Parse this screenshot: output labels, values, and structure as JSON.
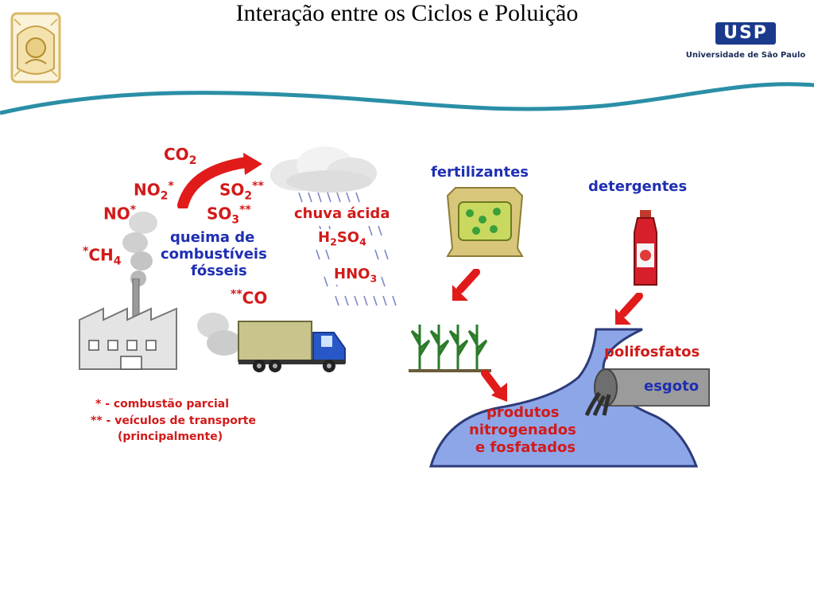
{
  "slide": {
    "title": "Interação entre os Ciclos e Poluição",
    "institution": "Universidade de São Paulo",
    "logo_text": "USP"
  },
  "diagram": {
    "pollutants": {
      "co2": "CO",
      "co2_sub": "2",
      "no2": "NO",
      "no2_sub": "2",
      "no2_sup": "*",
      "no": "NO",
      "no_sup": "*",
      "ch4": "CH",
      "ch4_sub": "4",
      "ch4_sup": "*",
      "so2": "SO",
      "so2_sub": "2",
      "so2_sup": "**",
      "so3": "SO",
      "so3_sub": "3",
      "so3_sup": "**",
      "co": "CO",
      "co_sup": "**"
    },
    "combustion_label": [
      "queima de",
      "combustíveis",
      "fósseis"
    ],
    "acid_rain": {
      "label": "chuva ácida",
      "h2so4_a": "H",
      "h2so4_sub1": "2",
      "h2so4_b": "SO",
      "h2so4_sub2": "4",
      "hno3_a": "HNO",
      "hno3_sub": "3"
    },
    "fertilizers_label": "fertilizantes",
    "detergents_label": "detergentes",
    "polyphosphates_label": "polifosfatos",
    "sewage_label": "esgoto",
    "products_label": [
      "produtos",
      "nitrogenados",
      "e fosfatados"
    ],
    "legend": [
      "* - combustão parcial",
      "** - veículos de transporte",
      "(principalmente)"
    ],
    "colors": {
      "red": "#d21a1a",
      "blue": "#1f2fb3",
      "wave": "#2a8fa6",
      "river": "#8da6e8"
    }
  }
}
